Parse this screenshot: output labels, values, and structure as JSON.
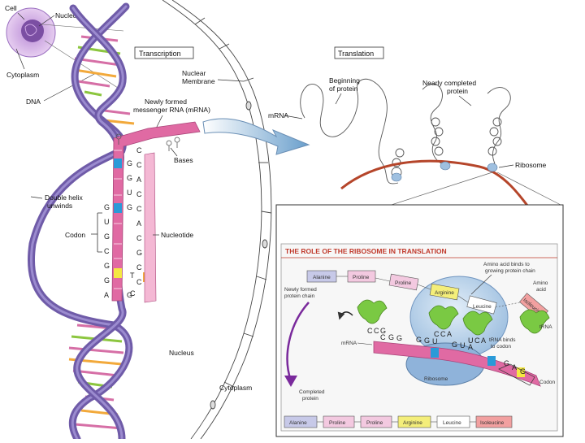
{
  "labels": {
    "cell": "Cell",
    "nucleus_top": "Nucleus",
    "cytoplasm_top": "Cytoplasm",
    "dna": "DNA",
    "transcription": "Transcription",
    "nuclear_membrane_1": "Nuclear",
    "nuclear_membrane_2": "Membrane",
    "mrna_formed_1": "Newly formed",
    "mrna_formed_2": "messenger RNA (mRNA)",
    "bases": "Bases",
    "double_helix_1": "Double helix",
    "double_helix_2": "unwinds",
    "codon_left": "Codon",
    "nucleotide": "Nucleotide",
    "nucleus_bottom": "Nucleus",
    "cytoplasm_bottom": "Cytoplasm",
    "translation": "Translation",
    "mrna_translation": "mRNA",
    "beginning_1": "Beginning",
    "beginning_2": "of protein",
    "nearly_1": "Nearly completed",
    "nearly_2": "protein",
    "ribosome_top": "Ribosome"
  },
  "strand_bases": [
    "G",
    "G",
    "U",
    "G",
    "G",
    "U",
    "G",
    "C",
    "G",
    "G",
    "A",
    "G"
  ],
  "partner_bases": [
    "C",
    "C",
    "A",
    "C",
    "C",
    "A",
    "C",
    "G",
    "C",
    "C",
    "T",
    "C"
  ],
  "inset": {
    "title": "THE ROLE OF THE RIBOSOME IN TRANSLATION",
    "amino_binds_1": "Amino acid binds to",
    "amino_binds_2": "growing protein chain",
    "amino_acid_1": "Amino",
    "amino_acid_2": "acid",
    "newly_formed_1": "Newly formed",
    "newly_formed_2": "protein chain",
    "mrna": "mRNA",
    "trna": "tRNA",
    "trna_binds_1": "tRNA binds",
    "trna_binds_2": "to codon",
    "ribosome": "Ribosome",
    "codon": "Codon",
    "completed_1": "Completed",
    "completed_2": "protein",
    "chain": [
      "Alanine",
      "Proline",
      "Proline",
      "Arginine",
      "Leucine",
      "Isoleucine"
    ],
    "free_amino": "Isoleucine",
    "anticodon_1": [
      "C",
      "C",
      "G"
    ],
    "anticodon_2": [
      "C",
      "C",
      "A"
    ],
    "anticodon_3": [
      "U",
      "C",
      "A"
    ],
    "mrna_bases": [
      "C",
      "G",
      "G",
      "G",
      "G",
      "U",
      "G",
      "U",
      "A"
    ],
    "codon_bases": [
      "G",
      "A",
      "G"
    ],
    "completed_chain": [
      "Alanine",
      "Proline",
      "Proline",
      "Arginine",
      "Leucine",
      "Isoleucine"
    ]
  },
  "colors": {
    "dna_backbone": "#6f5ba8",
    "mrna_pink": "#e06aa3",
    "ribosome_strand": "#b5452a",
    "trna_green": "#7ac943",
    "inset_title": "#c0392b",
    "ribosome_blue": "#b9d4ec"
  }
}
